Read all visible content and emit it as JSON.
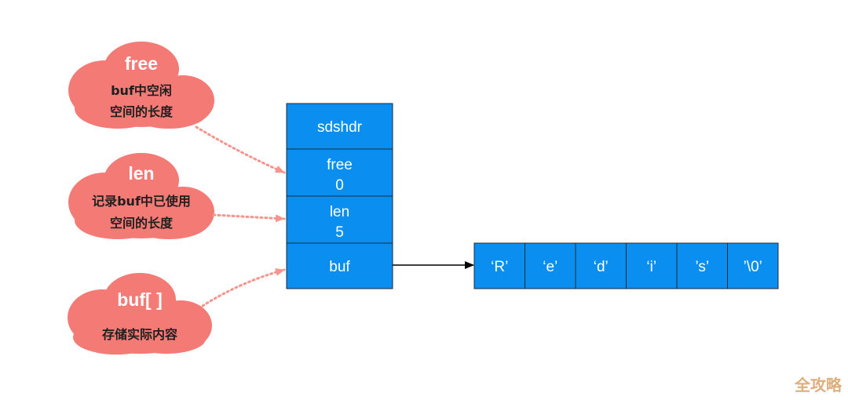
{
  "colors": {
    "cell_fill": "#0a8ff0",
    "cell_stroke": "#1c2a38",
    "cloud_fill": "#f47a76",
    "connector": "#f6958f",
    "arrow": "#000000"
  },
  "struct": {
    "header": "sdshdr",
    "free_label": "free",
    "free_value": "0",
    "len_label": "len",
    "len_value": "5",
    "buf_label": "buf"
  },
  "buffer": {
    "cells": [
      "‘R’",
      "‘e’",
      "‘d’",
      "‘i’",
      "’s’",
      "’\\0’"
    ]
  },
  "clouds": [
    {
      "id": "free",
      "title": "free",
      "lines": [
        "buf中空闲",
        "空间的长度"
      ]
    },
    {
      "id": "len",
      "title": "len",
      "lines": [
        "记录buf中已使用",
        "空间的长度"
      ]
    },
    {
      "id": "buf",
      "title": "buf[ ]",
      "lines": [
        "存储实际内容"
      ]
    }
  ],
  "watermark": "全攻略"
}
